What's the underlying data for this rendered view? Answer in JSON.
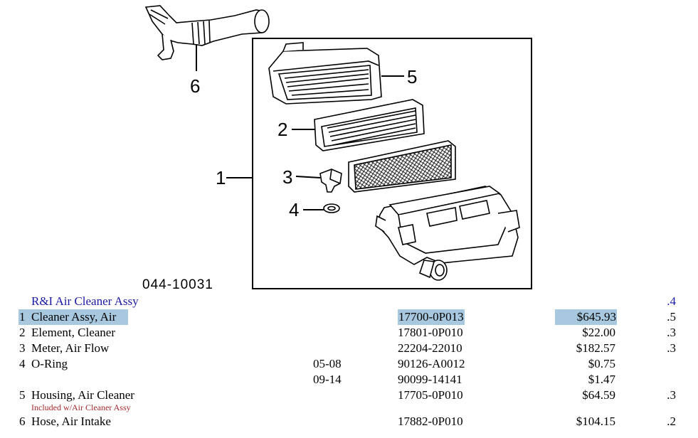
{
  "diagram": {
    "figure_code": "044-10031",
    "callouts": [
      "1",
      "2",
      "3",
      "4",
      "5",
      "6"
    ]
  },
  "header": {
    "title": "R&I Air Cleaner Assy",
    "labor": ".4"
  },
  "parts": [
    {
      "num": "1",
      "desc": "Cleaner Assy, Air",
      "years": "",
      "part": "17700-0P013",
      "price": "$645.93",
      "labor": ".5"
    },
    {
      "num": "2",
      "desc": "Element, Cleaner",
      "years": "",
      "part": "17801-0P010",
      "price": "$22.00",
      "labor": ".3"
    },
    {
      "num": "3",
      "desc": "Meter, Air Flow",
      "years": "",
      "part": "22204-22010",
      "price": "$182.57",
      "labor": ".3"
    },
    {
      "num": "4",
      "desc": "O-Ring",
      "years": "05-08",
      "part": "90126-A0012",
      "price": "$0.75",
      "labor": ""
    },
    {
      "num": "",
      "desc": "",
      "years": "09-14",
      "part": "90099-14141",
      "price": "$1.47",
      "labor": ""
    },
    {
      "num": "5",
      "desc": "Housing, Air Cleaner",
      "years": "",
      "part": "17705-0P010",
      "price": "$64.59",
      "labor": ".3"
    },
    {
      "num": "6",
      "desc": "Hose, Air Intake",
      "years": "",
      "part": "17882-0P010",
      "price": "$104.15",
      "labor": ".2"
    }
  ],
  "notes": {
    "housing_note": "Included w/Air Cleaner Assy"
  },
  "colors": {
    "highlight": "#a8c8e0",
    "header_blue": "#1a1aa6",
    "note_red": "#a0282c"
  }
}
